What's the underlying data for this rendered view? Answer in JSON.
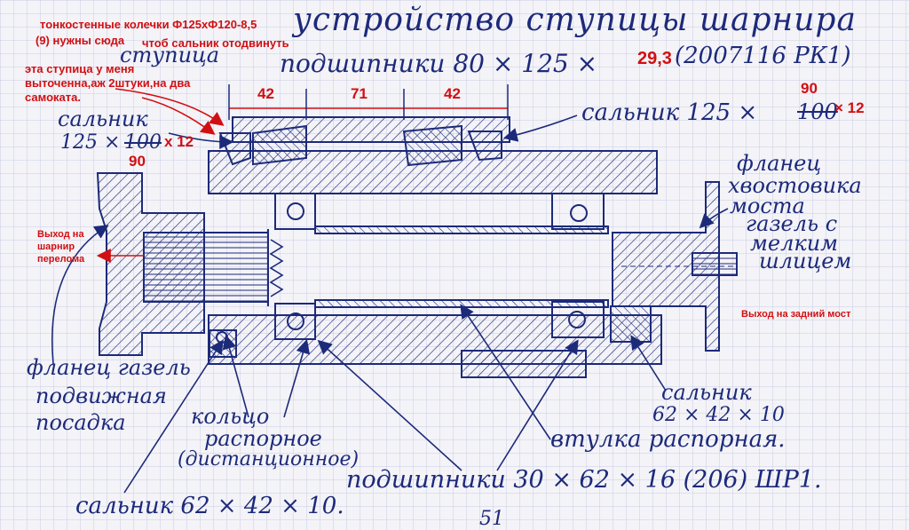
{
  "colors": {
    "ink": "#1c2a7a",
    "annotation": "#d10f12",
    "paper": "#f4f3f7",
    "grid": "#c9cde6"
  },
  "title": "устройство ступицы шарнира",
  "hand_labels": {
    "stupitsa": "ступица",
    "bearings_top": "подшипники 80 × 125 ×",
    "bearings_top_code": "(2007116 РК1)",
    "seal_left": "сальник",
    "seal_left_size": "125 ×",
    "seal_left_old": "100",
    "seal_left_x": "× 12",
    "seal_right": "сальник 125 ×",
    "seal_right_old": "100",
    "flange_tail_1": "фланец",
    "flange_tail_2": "хвостовика",
    "flange_tail_3": "моста",
    "flange_tail_4": "газель с",
    "flange_tail_5": "мелким",
    "flange_tail_6": "шлицем",
    "flange_gazel_1": "фланец газель",
    "flange_gazel_2": "подвижная",
    "flange_gazel_3": "посадка",
    "ring_1": "кольцо",
    "ring_2": "распорное",
    "ring_3": "(дистанционное)",
    "sleeve": "втулка распорная.",
    "seal_bottom_right_1": "сальник",
    "seal_bottom_right_2": "62 × 42 × 10",
    "bearings_bottom": "подшипники 30 × 62 × 16 (206) ШР1.",
    "seal_bottom_left": "сальник 62 × 42 × 10.",
    "page_number": "51"
  },
  "red_labels": {
    "rings_note_1": "тонкостенные колечки Ф125хФ120-8,5",
    "rings_note_2": "(9) нужны сюда",
    "rings_note_3": "чтоб сальник отодвинуть",
    "hub_note_1": "эта ступица у меня",
    "hub_note_2": "выточенна,аж 2штуки,на два",
    "hub_note_3": "самоката.",
    "dim_left": "42",
    "dim_mid": "71",
    "dim_right": "42",
    "bearing_width": "29,3",
    "seal_right_new": "90",
    "seal_right_x": "× 12",
    "seal_left_new": "90",
    "seal_left_x12": "x 12",
    "exit_joint_1": "Выход на",
    "exit_joint_2": "шарнир",
    "exit_joint_3": "перелома",
    "exit_rear": "Выход  на задний мост"
  },
  "icons": {
    "arrow": "arrow-icon",
    "ball": "ball-bearing-icon"
  }
}
